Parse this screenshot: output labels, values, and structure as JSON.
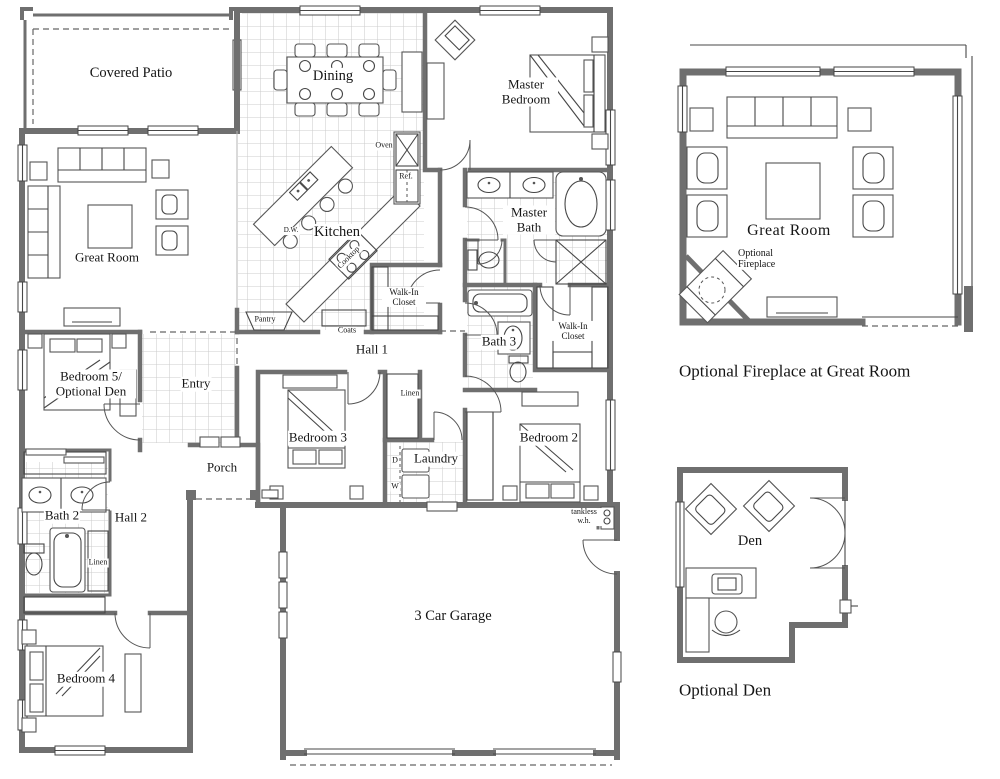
{
  "colors": {
    "wall": "#6f6f6f",
    "line": "#474747",
    "paper": "#ffffff",
    "tile_line": "#cdcdcd"
  },
  "rooms": {
    "covered_patio": "Covered Patio",
    "dining": "Dining",
    "master_bedroom": "Master Bedroom",
    "great_room": "Great Room",
    "kitchen": "Kitchen",
    "master_bath": "Master Bath",
    "hall_1": "Hall 1",
    "bath_3": "Bath 3",
    "bedroom_5": "Bedroom 5/ Optional Den",
    "entry": "Entry",
    "bedroom_3": "Bedroom 3",
    "laundry": "Laundry",
    "bedroom_2": "Bedroom 2",
    "porch": "Porch",
    "bath_2": "Bath 2",
    "hall_2": "Hall 2",
    "bedroom_4": "Bedroom 4",
    "garage": "3 Car Garage"
  },
  "fixtures": {
    "oven": "Oven",
    "ref": "Ref.",
    "cooktop": "Cooktop",
    "dishwasher": "D.W.",
    "pantry": "Pantry",
    "coats": "Coats",
    "walk_in_closet_master": "Walk-In Closet",
    "walk_in_closet_bed2": "Walk-In Closet",
    "linen_hall": "Linen",
    "linen_bath2": "Linen",
    "dryer": "D",
    "washer": "W",
    "tankless": "tankless w.h."
  },
  "insets": {
    "great_room_option": {
      "room": "Great Room",
      "fireplace": "Optional Fireplace",
      "caption": "Optional Fireplace at Great Room"
    },
    "den_option": {
      "room": "Den",
      "caption": "Optional Den"
    }
  }
}
